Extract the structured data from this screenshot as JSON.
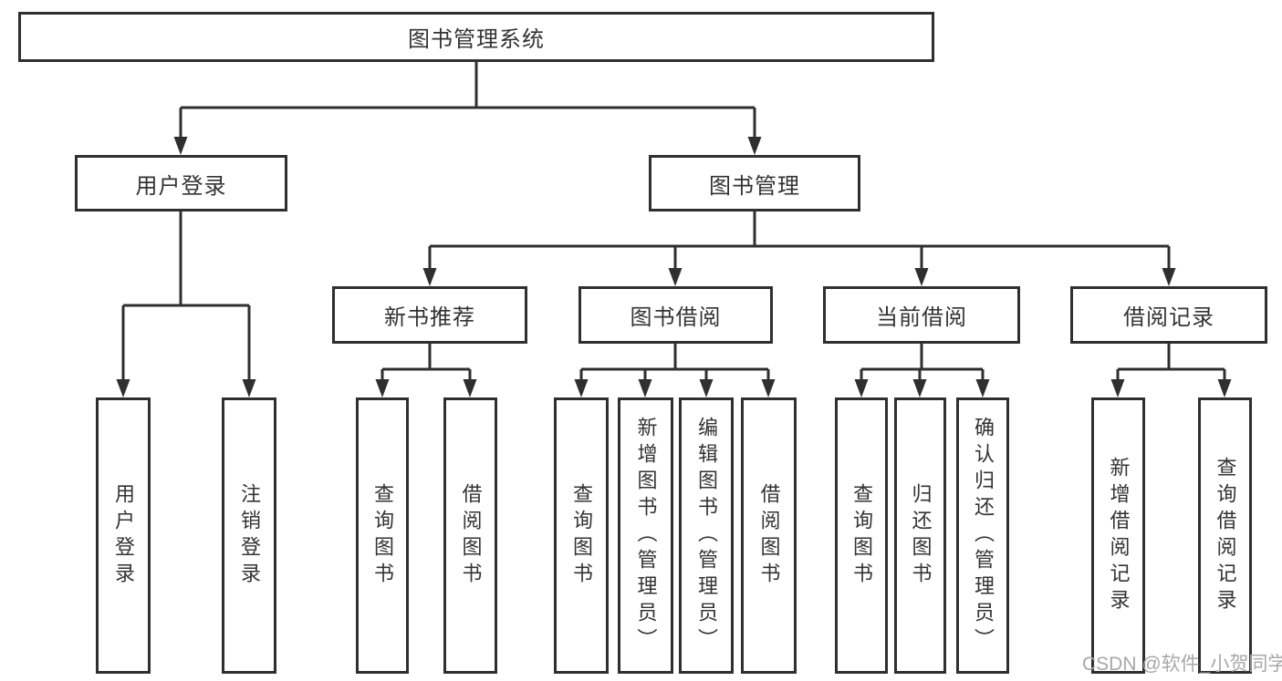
{
  "diagram_title": "图书管理系统",
  "tree": {
    "root": {
      "label": "图书管理系统",
      "children": [
        {
          "label": "用户登录",
          "children": [
            {
              "label": "用户登录"
            },
            {
              "label": "注销登录"
            }
          ]
        },
        {
          "label": "图书管理",
          "children": [
            {
              "label": "新书推荐",
              "children": [
                {
                  "label": "查询图书"
                },
                {
                  "label": "借阅图书"
                }
              ]
            },
            {
              "label": "图书借阅",
              "children": [
                {
                  "label": "查询图书"
                },
                {
                  "label": "新增图书（管理员）"
                },
                {
                  "label": "编辑图书（管理员）"
                },
                {
                  "label": "借阅图书"
                }
              ]
            },
            {
              "label": "当前借阅",
              "children": [
                {
                  "label": "查询图书"
                },
                {
                  "label": "归还图书"
                },
                {
                  "label": "确认归还（管理员）"
                }
              ]
            },
            {
              "label": "借阅记录",
              "children": [
                {
                  "label": "新增借阅记录"
                },
                {
                  "label": "查询借阅记录"
                }
              ]
            }
          ]
        }
      ]
    }
  },
  "watermark": {
    "text": "CSDN @软件_小贺同学"
  },
  "colors": {
    "line": "#2f2f2f",
    "box_border": "#2f2f2f",
    "text": "#333333",
    "watermark": "#a8a8a8",
    "background": "#ffffff"
  }
}
